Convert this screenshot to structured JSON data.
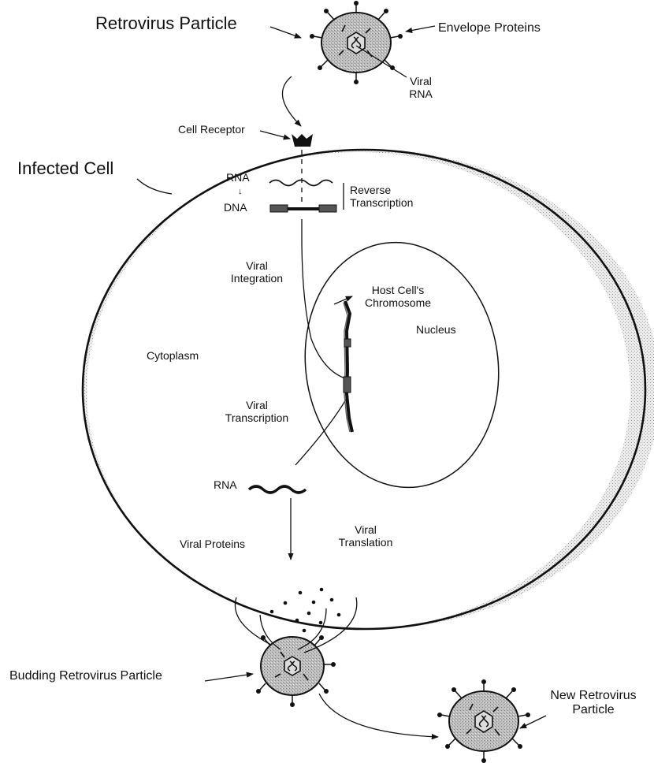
{
  "labels": {
    "retrovirus_particle": "Retrovirus Particle",
    "envelope_proteins": "Envelope Proteins",
    "viral_rna_1": "Viral",
    "viral_rna_2": "RNA",
    "cell_receptor": "Cell Receptor",
    "infected_cell": "Infected Cell",
    "rna_top": "RNA",
    "dna": "DNA",
    "reverse_transcription_1": "Reverse",
    "reverse_transcription_2": "Transcription",
    "viral_integration_1": "Viral",
    "viral_integration_2": "Integration",
    "host_chromosome_1": "Host Cell's",
    "host_chromosome_2": "Chromosome",
    "nucleus": "Nucleus",
    "cytoplasm": "Cytoplasm",
    "viral_transcription_1": "Viral",
    "viral_transcription_2": "Transcription",
    "rna_mid": "RNA",
    "viral_proteins": "Viral Proteins",
    "viral_translation_1": "Viral",
    "viral_translation_2": "Translation",
    "budding_particle": "Budding Retrovirus Particle",
    "new_particle_1": "New Retrovirus",
    "new_particle_2": "Particle"
  }
}
